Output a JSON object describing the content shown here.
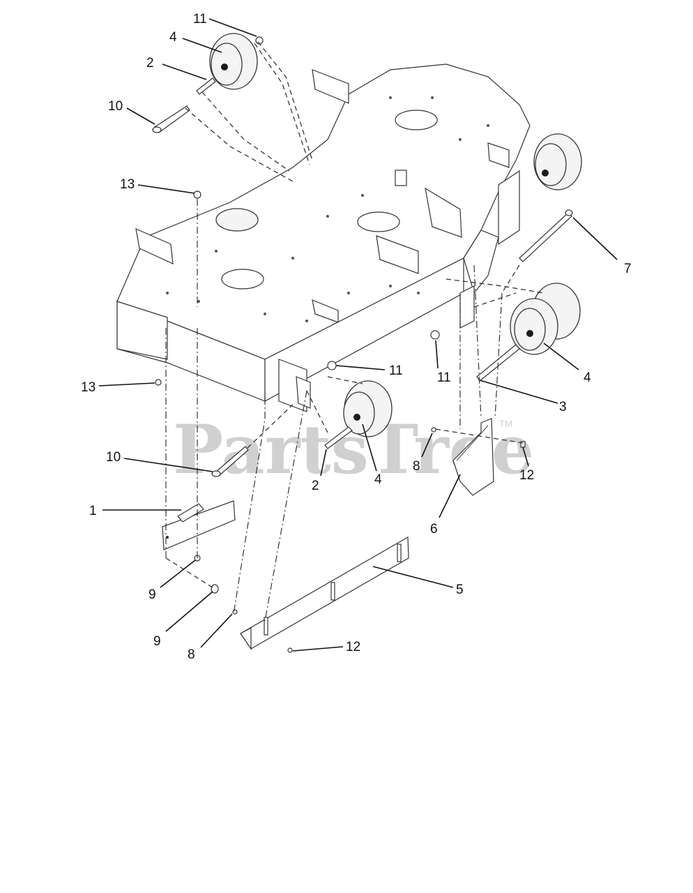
{
  "watermark": {
    "text": "PartsTree",
    "trademark": "TM"
  },
  "callouts": [
    {
      "label": "11"
    },
    {
      "label": "4"
    },
    {
      "label": "2"
    },
    {
      "label": "10"
    },
    {
      "label": "13"
    },
    {
      "label": "7"
    },
    {
      "label": "11"
    },
    {
      "label": "11"
    },
    {
      "label": "4"
    },
    {
      "label": "13"
    },
    {
      "label": "3"
    },
    {
      "label": "10"
    },
    {
      "label": "2"
    },
    {
      "label": "4"
    },
    {
      "label": "8"
    },
    {
      "label": "12"
    },
    {
      "label": "1"
    },
    {
      "label": "6"
    },
    {
      "label": "9"
    },
    {
      "label": "5"
    },
    {
      "label": "9"
    },
    {
      "label": "8"
    },
    {
      "label": "12"
    }
  ]
}
